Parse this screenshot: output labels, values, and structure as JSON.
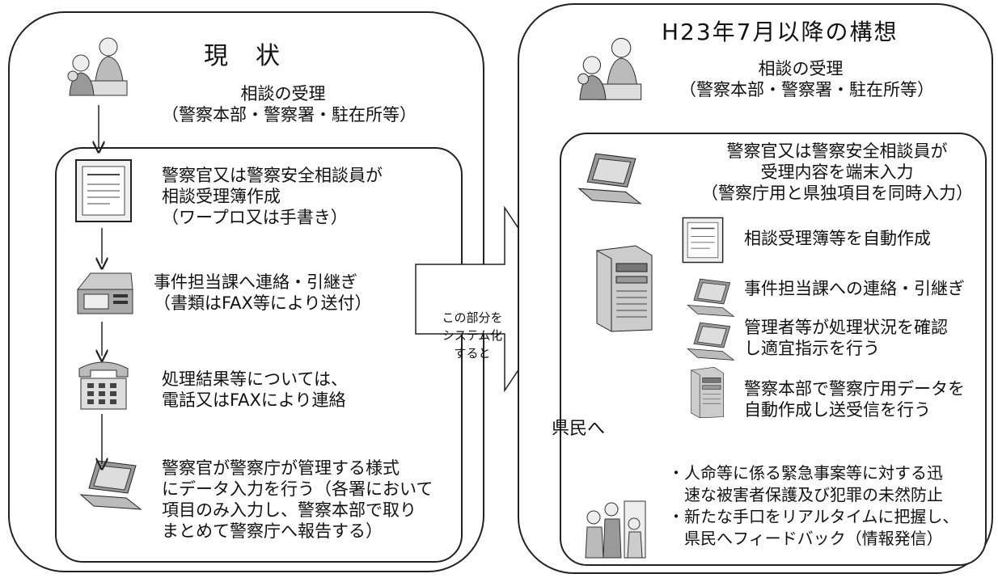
{
  "left": {
    "title": "現　状",
    "intake": "相談の受理\n（警察本部・警察署・駐在所等）",
    "steps": [
      "警察官又は警察安全相談員が\n相談受理簿作成\n（ワープロ又は手書き）",
      "事件担当課へ連絡・引継ぎ\n（書類はFAX等により送付）",
      "処理結果等については、\n電話又はFAXにより連絡",
      "警察官が警察庁が管理する様式\nにデータ入力を行う（各署において\n項目のみ入力し、警察本部で取り\nまとめて警察庁へ報告する）"
    ]
  },
  "middle": {
    "arrow_text": "この部分を\nシステム化\nすると"
  },
  "right": {
    "title": "H23年7月以降の構想",
    "intake": "相談の受理\n（警察本部・警察署・駐在所等）",
    "input_text": "警察官又は警察安全相談員が\n受理内容を端末入力\n（警察庁用と県独項目を同時入力）",
    "outputs": [
      "相談受理簿等を自動作成",
      "事件担当課への連絡・引継ぎ",
      "管理者等が処理状況を確認\nし適宜指示を行う",
      "警察本部で警察庁用データを\n自動作成し送受信を行う"
    ],
    "to_citizens": "県民へ",
    "benefits": "・人命等に係る緊急事案等に対する迅\n　速な被害者保護及び犯罪の未然防止\n・新たな手口をリアルタイムに把握し、\n　県民へフィードバック（情報発信）"
  },
  "icons": [
    "reception-people-icon",
    "document-form-icon",
    "fax-machine-icon",
    "telephone-icon",
    "laptop-icon",
    "server-tower-icon",
    "people-group-icon"
  ]
}
